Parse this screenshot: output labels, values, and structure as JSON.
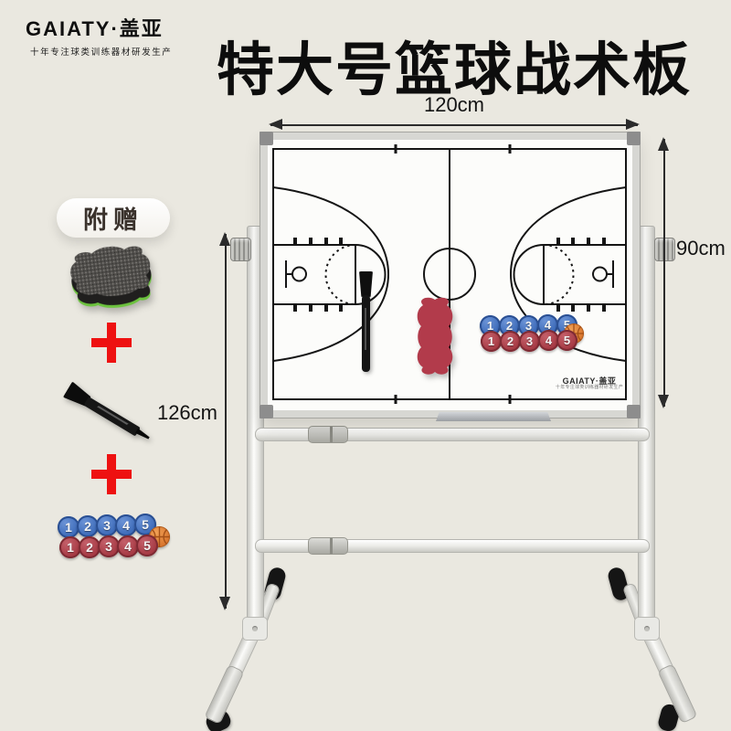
{
  "brand": {
    "name": "GAIATY·盖亚",
    "tagline": "十年专注球类训练器材研发生产"
  },
  "title": "特大号篮球战术板",
  "dimensions": {
    "board_width": "120cm",
    "board_height": "90cm",
    "stand_height": "126cm"
  },
  "gift": {
    "badge_label": "附赠"
  },
  "magnets": {
    "blue": [
      "1",
      "2",
      "3",
      "4",
      "5"
    ],
    "red": [
      "1",
      "2",
      "3",
      "4",
      "5"
    ]
  },
  "board_logo": {
    "name": "GAIATY·盖亚",
    "tagline": "十年专注球类训练器材研发生产"
  },
  "icons": {
    "eraser": "felt-eraser",
    "pen": "marker-pen",
    "plus": "plus",
    "basketball": "basketball"
  },
  "colors": {
    "background": "#eae8e0",
    "title": "#0d0d0d",
    "plus_red": "#ee1111",
    "magnet_blue": "#3e6cba",
    "magnet_red": "#a63a44",
    "basketball_orange": "#d9772f",
    "board_eraser_red": "#b23b4b",
    "court_line": "#151515"
  }
}
